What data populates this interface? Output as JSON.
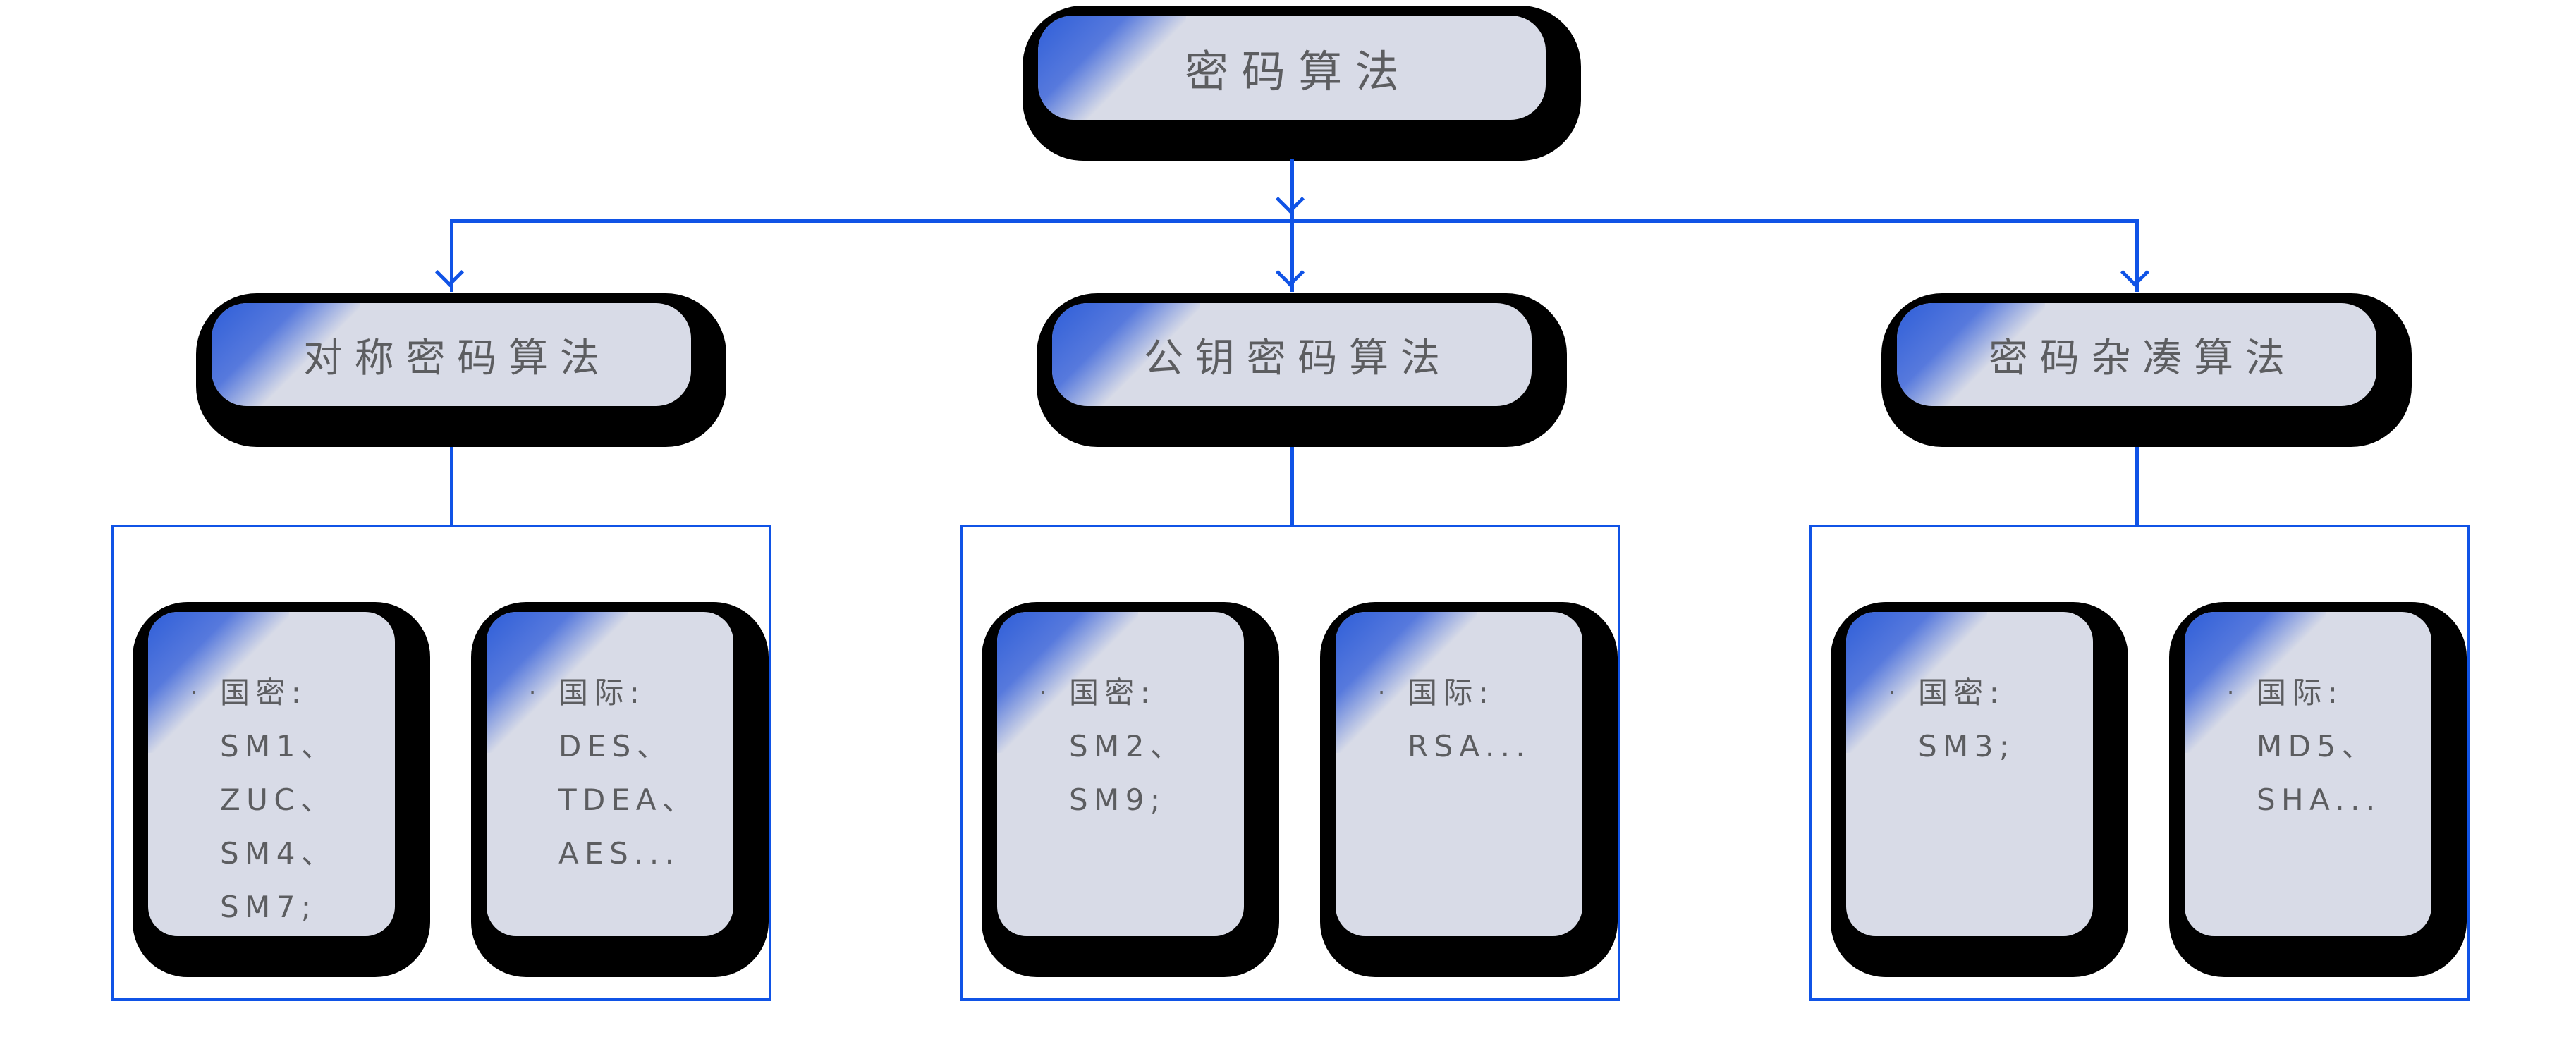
{
  "diagram": {
    "root": {
      "label": "密码算法"
    },
    "branches": [
      {
        "label": "对称密码算法",
        "cards": [
          {
            "bullet": "·",
            "title": "国密:",
            "lines": [
              "SM1、",
              "ZUC、",
              "SM4、",
              "SM7;"
            ]
          },
          {
            "bullet": "·",
            "title": "国际:",
            "lines": [
              "DES、",
              "TDEA、",
              "AES..."
            ]
          }
        ]
      },
      {
        "label": "公钥密码算法",
        "cards": [
          {
            "bullet": "·",
            "title": "国密:",
            "lines": [
              "SM2、",
              "SM9;"
            ]
          },
          {
            "bullet": "·",
            "title": "国际:",
            "lines": [
              "RSA..."
            ]
          }
        ]
      },
      {
        "label": "密码杂凑算法",
        "cards": [
          {
            "bullet": "·",
            "title": "国密:",
            "lines": [
              "SM3;"
            ]
          },
          {
            "bullet": "·",
            "title": "国际:",
            "lines": [
              "MD5、",
              "SHA..."
            ]
          }
        ]
      }
    ],
    "colors": {
      "background": "#ffffff",
      "connector_blue": "#1053e6",
      "group_border_blue": "#1053e6",
      "corner_accent_blue": "#2e5ed8",
      "node_fill": "#d8dbe7",
      "node_shadow": "#000000",
      "text_gray": "#5c5d60"
    }
  }
}
